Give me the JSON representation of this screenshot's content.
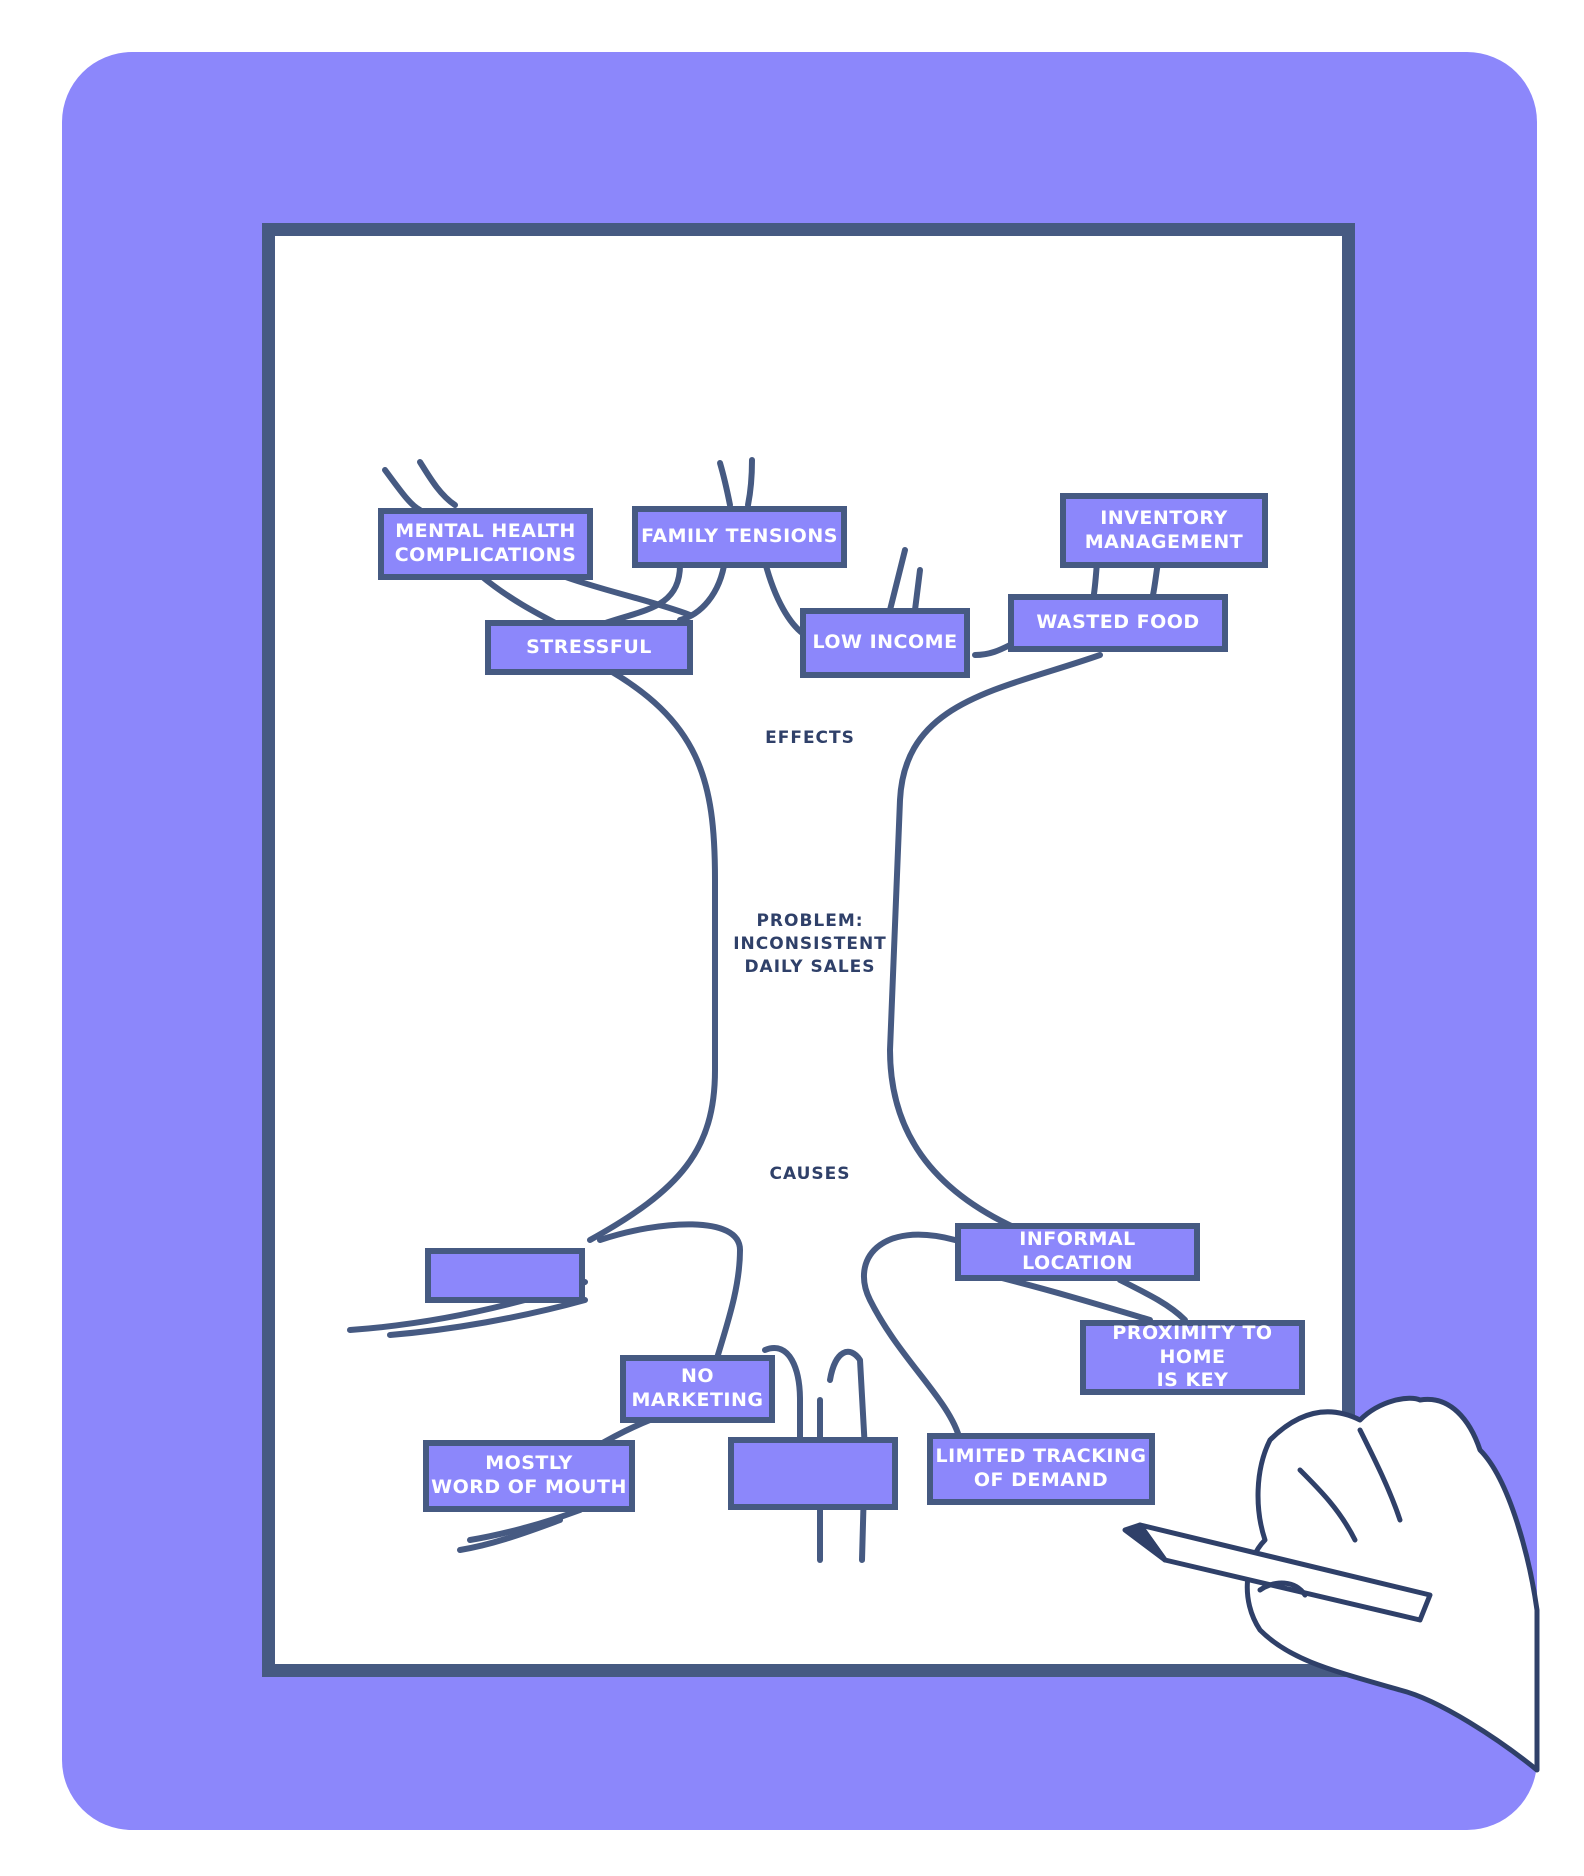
{
  "colors": {
    "panel": "#8c87fb",
    "ink": "#465a82",
    "paper": "#ffffff"
  },
  "labels": {
    "effects": "EFFECTS",
    "problem": "PROBLEM:\nINCONSISTENT\nDAILY SALES",
    "causes": "CAUSES"
  },
  "effects": {
    "mental_health": "MENTAL HEALTH\nCOMPLICATIONS",
    "family_tensions": "FAMILY TENSIONS",
    "inventory": "INVENTORY\nMANAGEMENT",
    "stressful": "STRESSFUL",
    "low_income": "LOW INCOME",
    "wasted_food": "WASTED FOOD"
  },
  "causes": {
    "blank_left": "",
    "informal_location": "INFORMAL LOCATION",
    "proximity": "PROXIMITY TO HOME\nIS KEY",
    "no_marketing": "NO\nMARKETING",
    "word_of_mouth": "MOSTLY\nWORD OF MOUTH",
    "blank_center": "",
    "limited_tracking": "LIMITED TRACKING\nOF DEMAND"
  },
  "icons": {
    "hand": "hand-holding-pencil-icon"
  }
}
